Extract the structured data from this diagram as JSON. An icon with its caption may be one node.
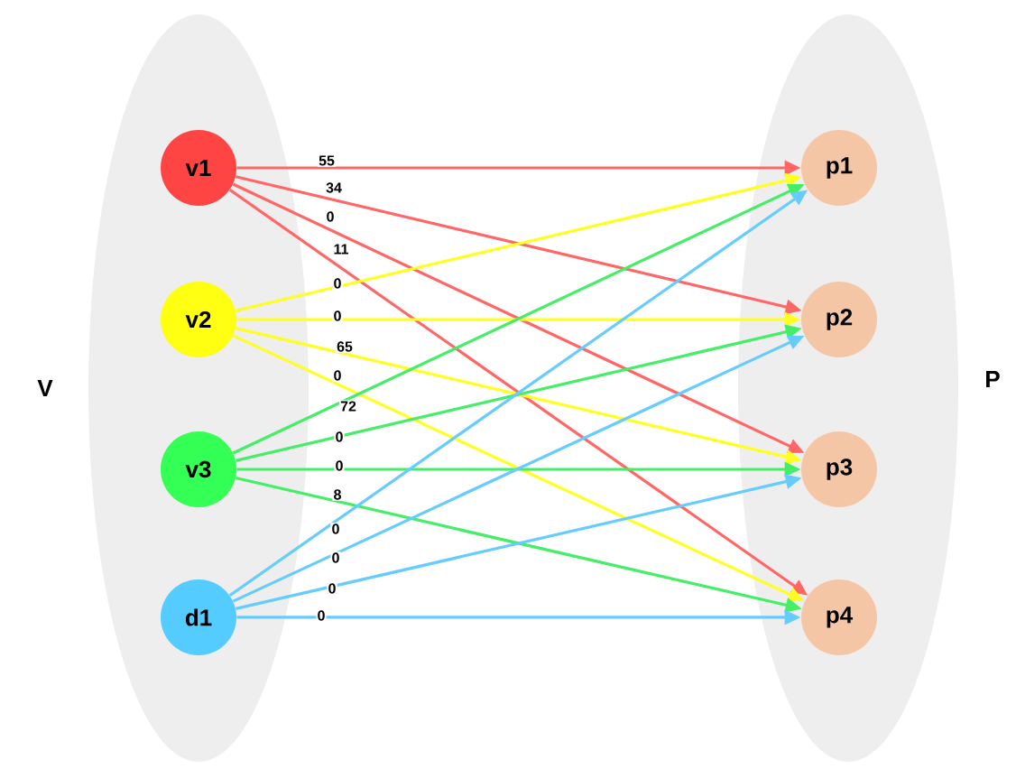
{
  "diagram": {
    "nodes": [
      {
        "text": [
          "V"
        ]
      },
      {
        "text": [
          "P"
        ]
      },
      {
        "text": [
          "v1"
        ],
        "in": 0
      },
      {
        "text": [
          "v2"
        ],
        "in": 0
      },
      {
        "text": [
          "v3"
        ],
        "in": 0
      },
      {
        "text": [
          "d1"
        ],
        "in": 0
      },
      {
        "text": [
          "p1"
        ],
        "in": 1
      },
      {
        "text": [
          "p2"
        ],
        "in": 1
      },
      {
        "text": [
          "p3"
        ],
        "in": 1
      },
      {
        "text": [
          "p4"
        ],
        "in": 1
      }
    ],
    "edges": [
      {
        "from": 2,
        "to": 6,
        "arrow": "to",
        "label": "55",
        "color": "#ff6666"
      },
      {
        "from": 2,
        "to": 7,
        "arrow": "to",
        "label": "34",
        "color": "#ff6666"
      },
      {
        "from": 2,
        "to": 8,
        "arrow": "to",
        "label": "0",
        "color": "#ff6666"
      },
      {
        "from": 2,
        "to": 9,
        "arrow": "to",
        "label": "11",
        "color": "#ff6666"
      },
      {
        "from": 3,
        "to": 6,
        "arrow": "to",
        "label": "0",
        "color": "#ffff22"
      },
      {
        "from": 3,
        "to": 7,
        "arrow": "to",
        "label": "0",
        "color": "#ffff22"
      },
      {
        "from": 3,
        "to": 8,
        "arrow": "to",
        "label": "65",
        "color": "#ffff22"
      },
      {
        "from": 3,
        "to": 9,
        "arrow": "to",
        "label": "0",
        "color": "#ffff22"
      },
      {
        "from": 4,
        "to": 6,
        "arrow": "to",
        "label": "72",
        "color": "#44ee66"
      },
      {
        "from": 4,
        "to": 7,
        "arrow": "to",
        "label": "0",
        "color": "#44ee66"
      },
      {
        "from": 4,
        "to": 8,
        "arrow": "to",
        "label": "0",
        "color": "#44ee66"
      },
      {
        "from": 4,
        "to": 9,
        "arrow": "to",
        "label": "8",
        "color": "#44ee66"
      },
      {
        "from": 5,
        "to": 6,
        "arrow": "to",
        "label": "0",
        "color": "#66ccff"
      },
      {
        "from": 5,
        "to": 7,
        "arrow": "to",
        "label": "0",
        "color": "#66ccff"
      },
      {
        "from": 5,
        "to": 8,
        "arrow": "to",
        "label": "0",
        "color": "#66ccff"
      },
      {
        "from": 5,
        "to": 9,
        "arrow": "to",
        "label": "0",
        "color": "#66ccff"
      }
    ]
  }
}
